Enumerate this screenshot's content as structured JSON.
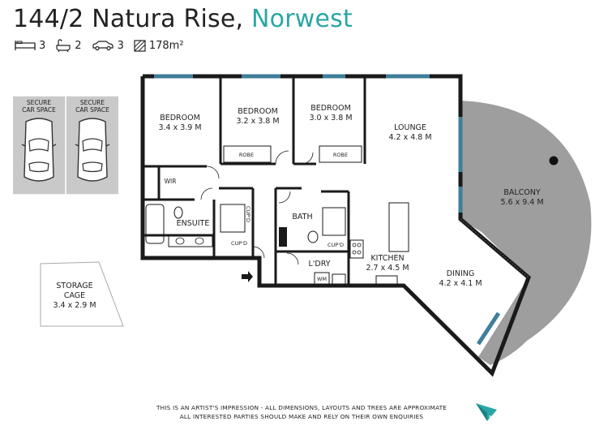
{
  "header": {
    "address": "144/2 Natura Rise,",
    "suburb": "Norwest"
  },
  "stats": {
    "bedrooms": "3",
    "bathrooms": "2",
    "car_spaces": "3",
    "area": "178m²",
    "icons": [
      "bed-icon",
      "bath-icon",
      "car-icon",
      "area-icon"
    ]
  },
  "rooms": {
    "secure_car_space_1": "SECURE\nCAR SPACE",
    "secure_car_space_2": "SECURE\nCAR SPACE",
    "bedroom1": {
      "name": "BEDROOM",
      "dims": "3.4 x 3.9 M"
    },
    "bedroom2": {
      "name": "BEDROOM",
      "dims": "3.2 x 3.8 M"
    },
    "bedroom3": {
      "name": "BEDROOM",
      "dims": "3.0 x 3.8 M"
    },
    "lounge": {
      "name": "LOUNGE",
      "dims": "4.2 x 4.8 M"
    },
    "balcony": {
      "name": "BALCONY",
      "dims": "5.6 x 9.4 M"
    },
    "wir": "WIR",
    "robe1": "ROBE",
    "robe2": "ROBE",
    "ensuite": "ENSUITE",
    "bath": "BATH",
    "cupd1": "CUP'D",
    "cupd2": "CUP'D",
    "cupd3": "CUP'D",
    "laundry": "L'DRY",
    "wm": "WM",
    "kitchen": {
      "name": "KITCHEN",
      "dims": "2.7 x 4.5 M"
    },
    "dining": {
      "name": "DINING",
      "dims": "4.2 x 4.1 M"
    },
    "storage": {
      "name": "STORAGE\nCAGE",
      "dims": "3.4 x 2.9 M"
    }
  },
  "disclaimer": {
    "line1": "THIS IS AN ARTIST'S IMPRESSION - ALL DIMENSIONS, LAYOUTS AND TREES ARE APPROXIMATE",
    "line2": "ALL INTERESTED PARTIES SHOULD MAKE AND RELY ON THEIR OWN ENQUIRIES"
  },
  "colors": {
    "wall": "#1a1a1a",
    "window": "#3f7f9a",
    "balcony_fill": "#9e9e9e",
    "parking_fill": "#c9c9c9",
    "suburb": "#2aa6a6",
    "compass": "#2aa6a6"
  }
}
